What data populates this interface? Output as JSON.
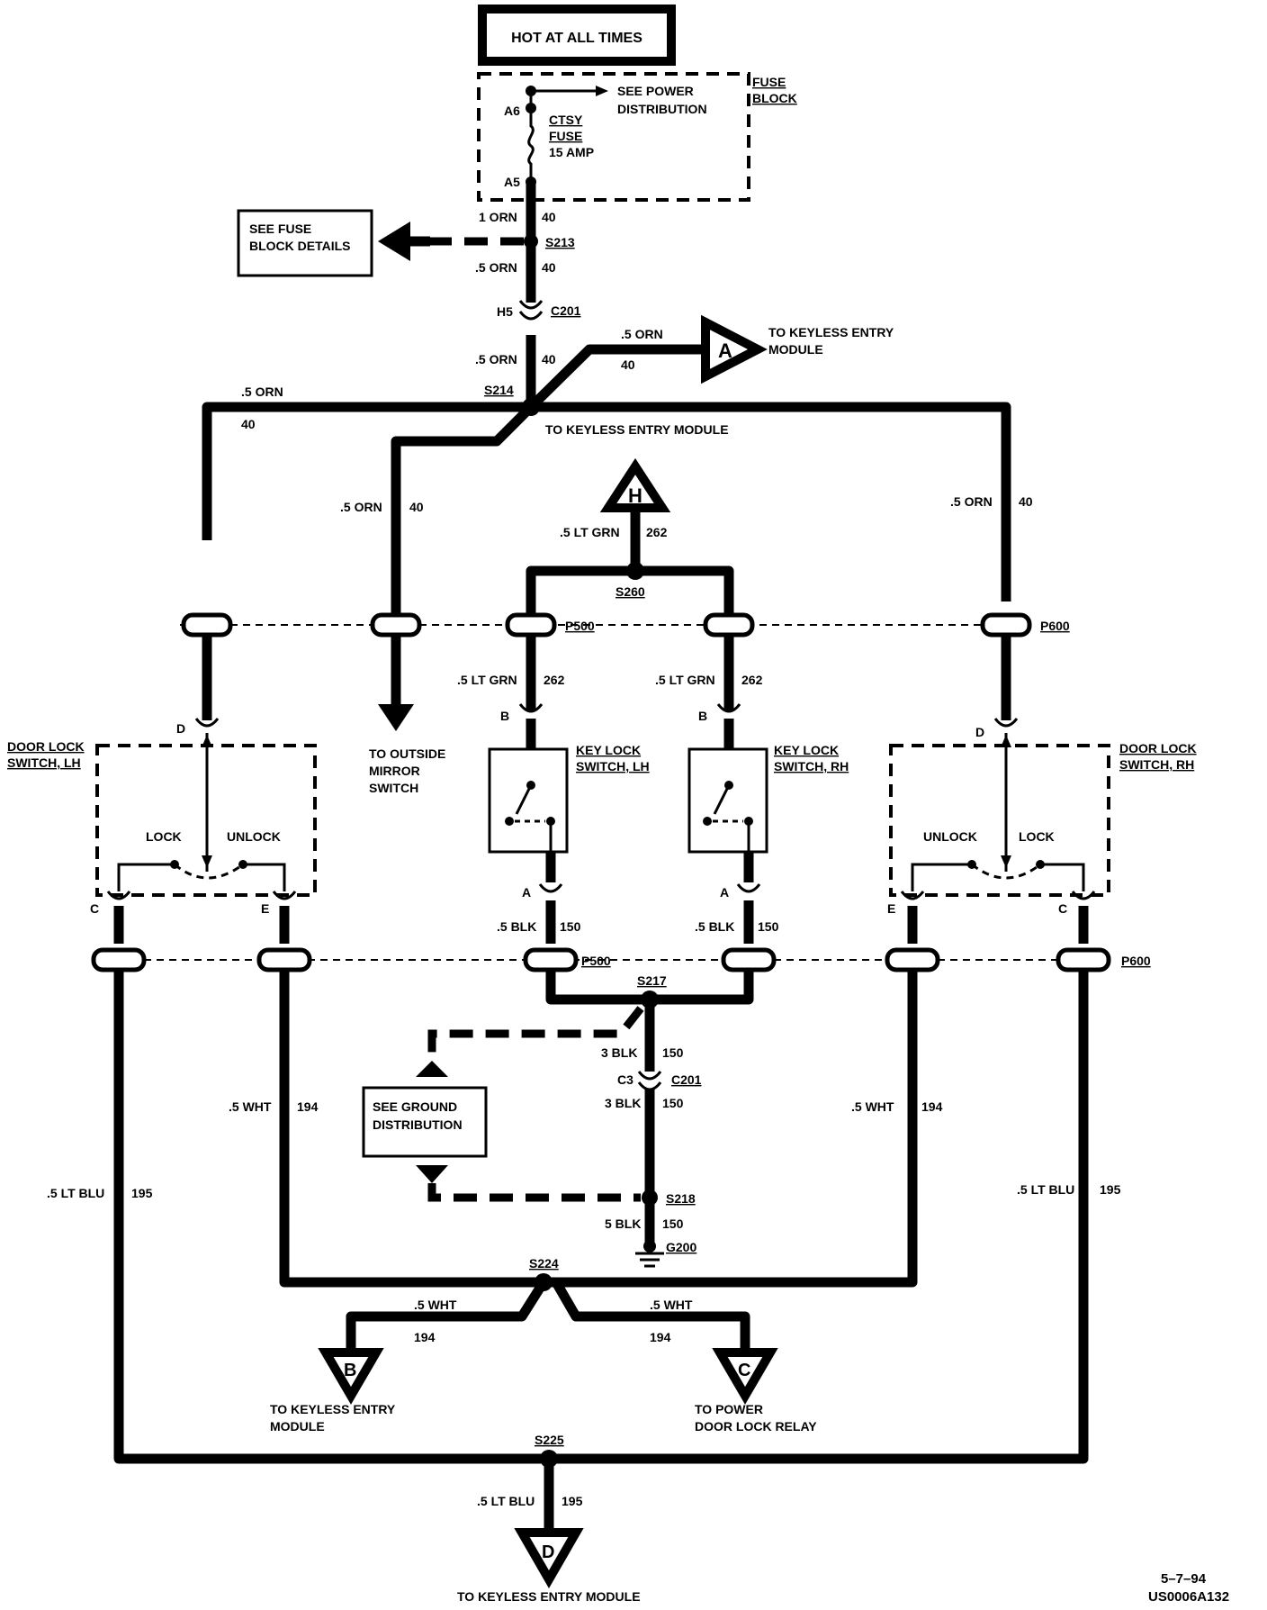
{
  "header": {
    "power_label": "HOT AT ALL TIMES"
  },
  "fuse_block": {
    "label_line1": "FUSE",
    "label_line2": "BLOCK",
    "see_power_line1": "SEE  POWER",
    "see_power_line2": "DISTRIBUTION",
    "terminal_top": "A6",
    "terminal_bottom": "A5",
    "fuse_line1": "CTSY",
    "fuse_line2": "FUSE",
    "fuse_line3": "15 AMP"
  },
  "fuse_details": {
    "line1": "SEE FUSE",
    "line2": "BLOCK DETAILS"
  },
  "wires": {
    "w1_gauge": "1 ORN",
    "w1_circuit": "40",
    "w2_gauge": ".5 ORN",
    "w2_circuit": "40",
    "w3_gauge": ".5 ORN",
    "w3_circuit": "40",
    "w4_gauge": ".5 ORN",
    "w4_circuit": "40",
    "left_gauge": ".5 ORN",
    "left_circuit": "40",
    "mirror_gauge": ".5 ORN",
    "mirror_circuit": "40",
    "right_gauge": ".5 ORN",
    "right_circuit": "40",
    "ltgrn_gauge": ".5 LT GRN",
    "ltgrn_circuit": "262",
    "kl_lh_gauge": ".5 LT GRN",
    "kl_lh_circuit": "262",
    "kl_rh_gauge": ".5 LT GRN",
    "kl_rh_circuit": "262",
    "blk_lh_gauge": ".5 BLK",
    "blk_lh_circuit": "150",
    "blk_rh_gauge": ".5 BLK",
    "blk_rh_circuit": "150",
    "blk3a_gauge": "3 BLK",
    "blk3a_circuit": "150",
    "blk3b_gauge": "3 BLK",
    "blk3b_circuit": "150",
    "blk5_gauge": "5 BLK",
    "blk5_circuit": "150",
    "wht_l_gauge": ".5 WHT",
    "wht_l_circuit": "194",
    "wht_r_gauge": ".5 WHT",
    "wht_r_circuit": "194",
    "wht_b_gauge": ".5 WHT",
    "wht_b_circuit": "194",
    "wht_c_gauge": ".5 WHT",
    "wht_c_circuit": "194",
    "blu_l_gauge": ".5 LT BLU",
    "blu_l_circuit": "195",
    "blu_r_gauge": ".5 LT BLU",
    "blu_r_circuit": "195",
    "blu_d_gauge": ".5 LT BLU",
    "blu_d_circuit": "195"
  },
  "splices": {
    "s213": "S213",
    "s214": "S214",
    "s260": "S260",
    "s217": "S217",
    "s218": "S218",
    "s224": "S224",
    "s225": "S225",
    "g200": "G200"
  },
  "connectors": {
    "c201_top": "C201",
    "h5": "H5",
    "c201_bot": "C201",
    "c3": "C3",
    "p500_top": "P500",
    "p600_top": "P600",
    "p500_bot": "P500",
    "p600_bot": "P600"
  },
  "offpage": {
    "a_letter": "A",
    "a_line1": "TO KEYLESS ENTRY",
    "a_line2": "MODULE",
    "keyless_mid": "TO KEYLESS ENTRY MODULE",
    "h_letter": "H",
    "b_letter": "B",
    "b_line1": "TO KEYLESS ENTRY",
    "b_line2": "MODULE",
    "c_letter": "C",
    "c_line1": "TO POWER",
    "c_line2": "DOOR LOCK RELAY",
    "d_letter": "D",
    "d_line1": "TO  KEYLESS  ENTRY  MODULE"
  },
  "mirror": {
    "line1": "TO OUTSIDE",
    "line2": "MIRROR",
    "line3": "SWITCH"
  },
  "door_lock_lh": {
    "title1": "DOOR  LOCK",
    "title2": "SWITCH,  LH",
    "lock": "LOCK",
    "unlock": "UNLOCK",
    "pin_d": "D",
    "pin_c": "C",
    "pin_e": "E"
  },
  "door_lock_rh": {
    "title1": "DOOR  LOCK",
    "title2": "SWITCH,  RH",
    "lock": "LOCK",
    "unlock": "UNLOCK",
    "pin_d": "D",
    "pin_c": "C",
    "pin_e": "E"
  },
  "key_lock_lh": {
    "title1": "KEY  LOCK",
    "title2": "SWITCH,  LH",
    "pin_b": "B",
    "pin_a": "A"
  },
  "key_lock_rh": {
    "title1": "KEY  LOCK",
    "title2": "SWITCH,  RH",
    "pin_b": "B",
    "pin_a": "A"
  },
  "ground": {
    "line1": "SEE GROUND",
    "line2": "DISTRIBUTION"
  },
  "footer": {
    "date": "5–7–94",
    "code": "US0006A132"
  }
}
